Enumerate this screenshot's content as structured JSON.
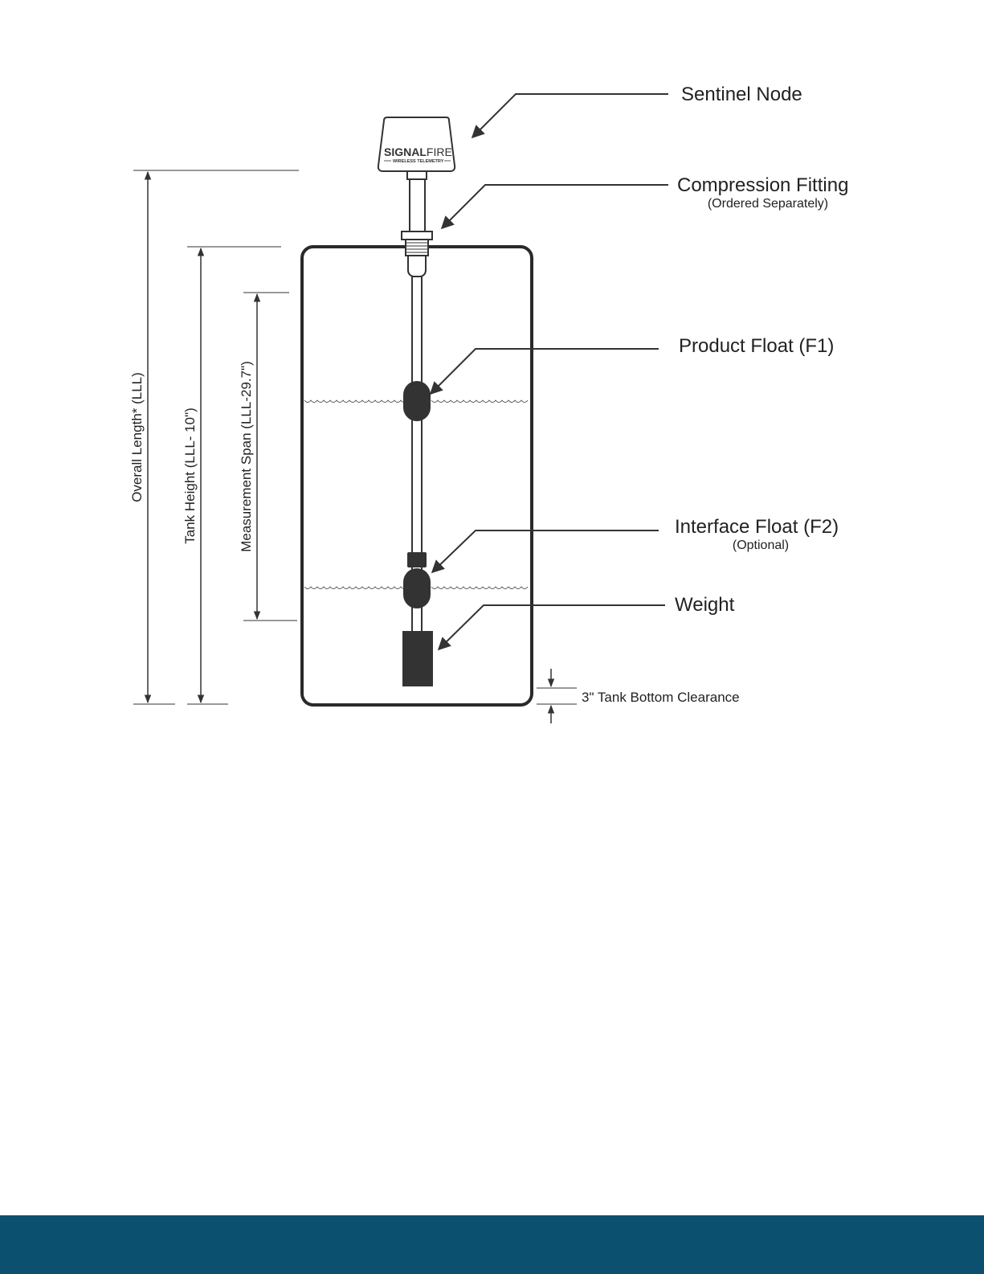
{
  "labels": {
    "sentinel_node": "Sentinel Node",
    "compression_fitting": "Compression Fitting",
    "compression_fitting_note": "(Ordered Separately)",
    "product_float": "Product Float (F1)",
    "interface_float": "Interface Float (F2)",
    "interface_float_note": "(Optional)",
    "weight": "Weight",
    "bottom_clearance": "3\" Tank Bottom Clearance"
  },
  "dimensions": {
    "overall_length": "Overall Length* (LLL)",
    "tank_height": "Tank Height (LLL- 10\")",
    "measurement_span": "Measurement Span (LLL-29.7\")"
  },
  "logo": {
    "brand_bold": "SIGNAL",
    "brand_light": "FIRE",
    "tagline": "WIRELESS TELEMETRY"
  },
  "colors": {
    "line": "#333333",
    "float": "#333333",
    "footer": "#0c5070"
  }
}
